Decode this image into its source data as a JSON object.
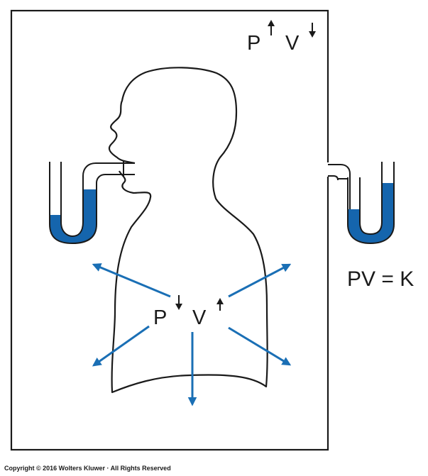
{
  "box_labels": {
    "pressure": "P",
    "pressure_arrow": "up",
    "volume": "V",
    "volume_arrow": "down"
  },
  "lung_labels": {
    "pressure": "P",
    "pressure_arrow": "down",
    "volume": "V",
    "volume_arrow": "up"
  },
  "equation": "PV = K",
  "copyright": "Copyright © 2016 Wolters Kluwer · All Rights Reserved",
  "colors": {
    "fluid": "#1565ad",
    "arrows": "#1a6fb5",
    "outline": "#1a1a1a"
  }
}
